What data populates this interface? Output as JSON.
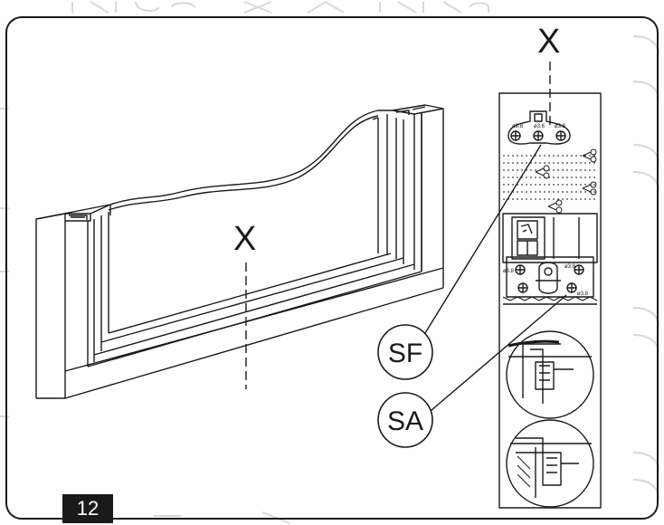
{
  "page_number": "12",
  "door_axis_label": "X",
  "template_axis_label": "X",
  "callouts": {
    "sf": "SF",
    "sa": "SA"
  },
  "hole_labels": {
    "top_left": "ø3.8",
    "top_mid": "ø3.6",
    "top_right": "ø3.8",
    "mid_left": "ø3.8",
    "mid_right": "ø3.8",
    "bottom_right": "ø3.8"
  },
  "colors": {
    "line": "#1a1a1a",
    "watermark": "#d4d4d4",
    "badge_bg": "#1a1a1a",
    "badge_text": "#ffffff"
  }
}
